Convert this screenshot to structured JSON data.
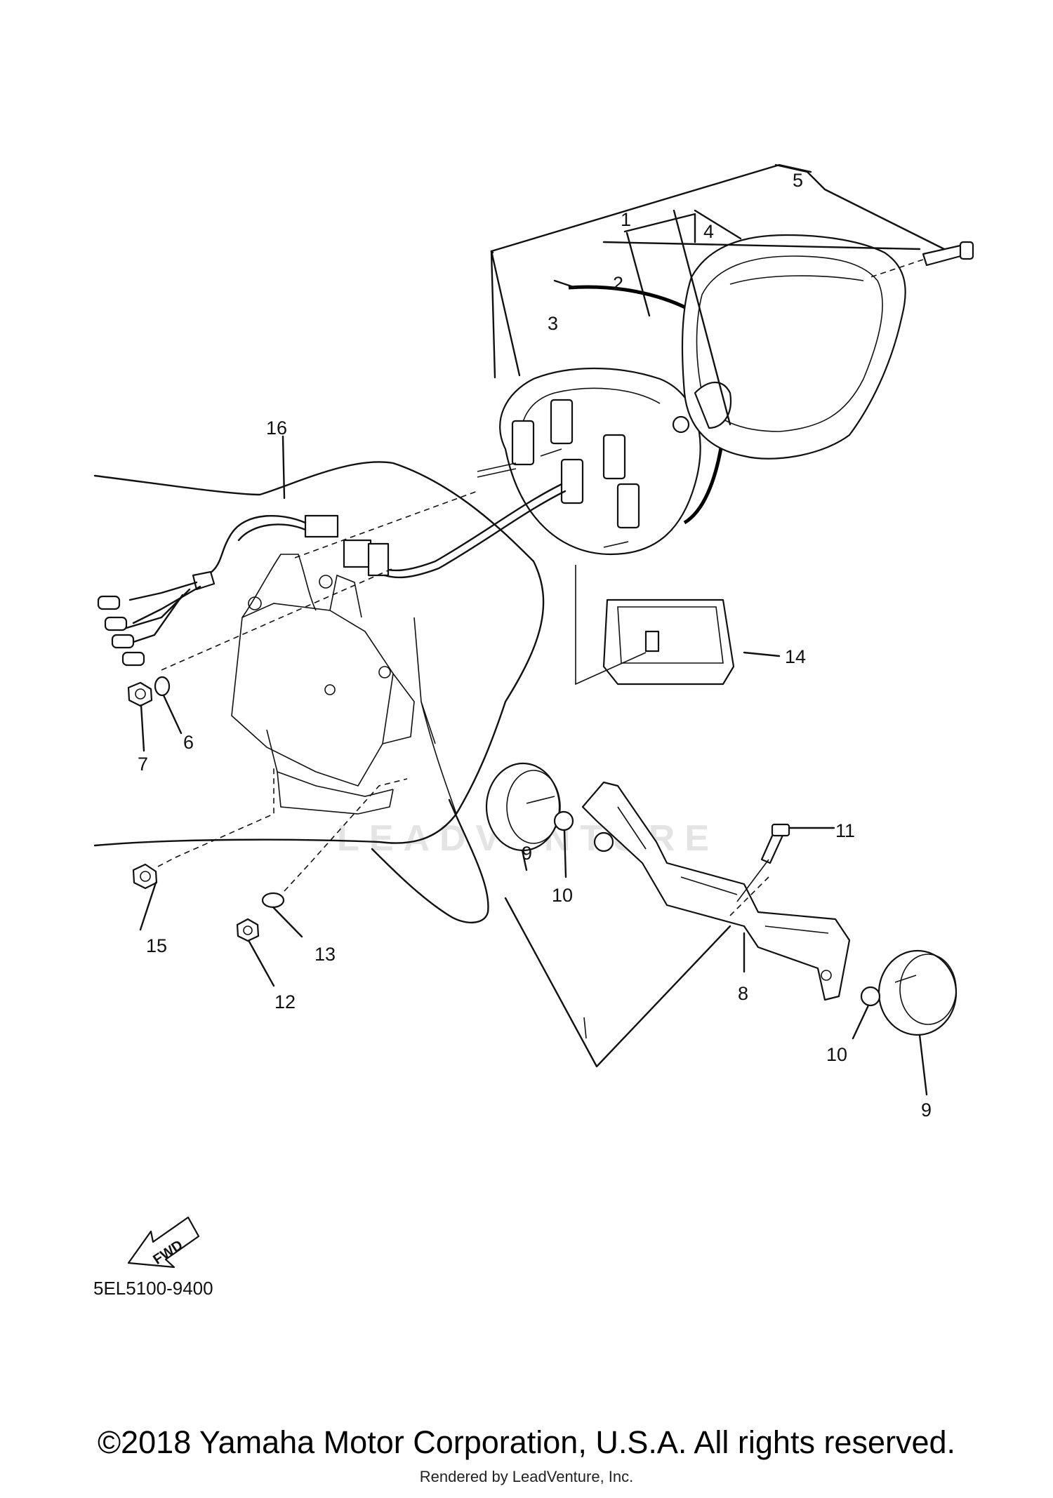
{
  "diagram": {
    "part_labels": [
      "1",
      "2",
      "3",
      "4",
      "5",
      "6",
      "7",
      "8",
      "9",
      "9",
      "10",
      "10",
      "11",
      "12",
      "13",
      "14",
      "15",
      "16"
    ],
    "fwd_label": "FWD",
    "code": "5EL5100-9400",
    "watermark": "LEADVENTURE"
  },
  "footer": {
    "copyright": "©2018 Yamaha Motor Corporation, U.S.A. All rights reserved.",
    "rendered": "Rendered by LeadVenture, Inc."
  }
}
